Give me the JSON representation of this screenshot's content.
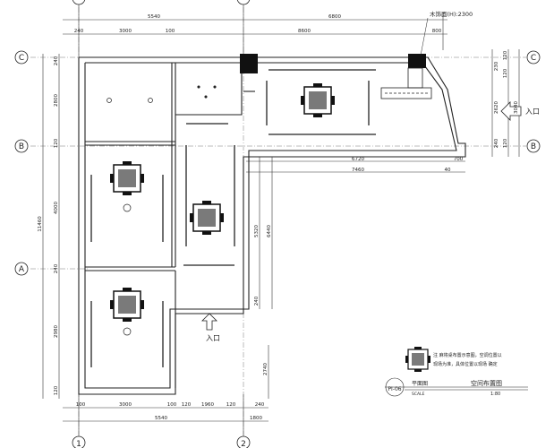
{
  "dims": {
    "top_major": [
      "5540",
      "6800"
    ],
    "top_minor": [
      "240",
      "3000",
      "100",
      "8600",
      "800"
    ],
    "bottom_minor": [
      "100",
      "3000",
      "100",
      "120",
      "1960",
      "120",
      "240"
    ],
    "bottom_major": [
      "5540",
      "1800"
    ],
    "left_total": "11460",
    "left_segments": [
      "240",
      "2800",
      "120",
      "4000",
      "240",
      "2980",
      "120"
    ],
    "right_top": [
      "120",
      "230",
      "120",
      "2620",
      "3040",
      "240",
      "120"
    ],
    "mid_horizontal": [
      "6720",
      "7460",
      "700",
      "40"
    ],
    "mid_vertical": [
      "5320",
      "6440",
      "240"
    ],
    "lower_right": "2740"
  },
  "axes": {
    "rows": [
      "C",
      "B",
      "A"
    ],
    "cols": [
      "1",
      "2"
    ]
  },
  "labels": {
    "top_note": "木饰面(H):2300",
    "entrance_bottom": "入口",
    "entrance_right": "入口"
  },
  "legend": {
    "line1": "注  麻将桌布置示意图，空调位置以",
    "line2": "现场为准，具体位置以现场  确定"
  },
  "title_block": {
    "code": "PI-06",
    "plan_label": "平面图",
    "scale_label": "SCALE",
    "title": "空间布置图",
    "scale": "1:80"
  },
  "colors": {
    "line": "#2a2a2a",
    "fill_dark": "#111111",
    "table_fill": "#7a7a7a"
  }
}
